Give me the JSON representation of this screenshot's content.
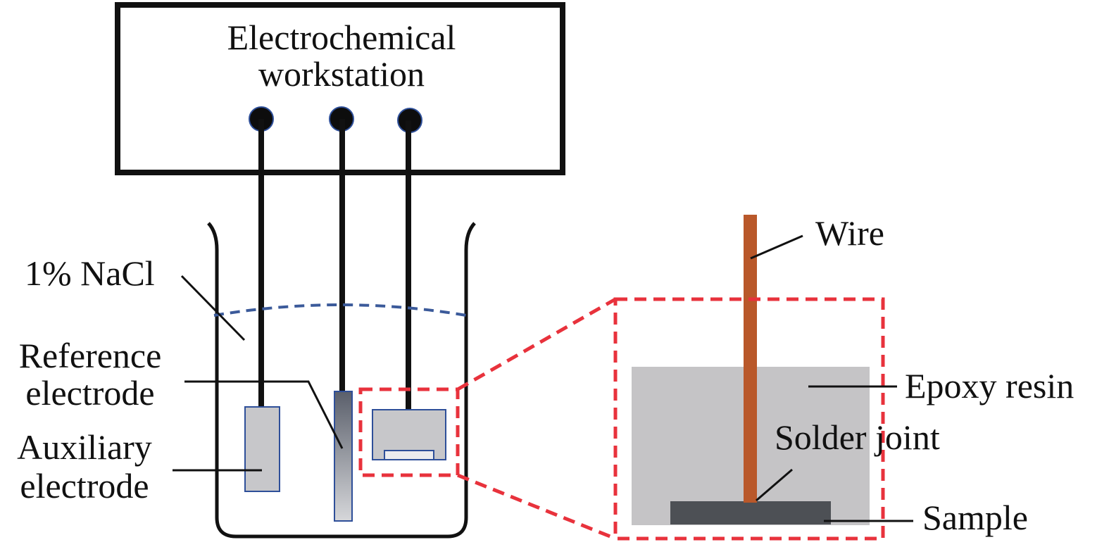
{
  "workstation": {
    "line1": "Electrochemical",
    "line2": "workstation"
  },
  "labels": {
    "electrolyte": "1% NaCl",
    "reference_line1": "Reference",
    "reference_line2": "electrode",
    "auxiliary_line1": "Auxiliary",
    "auxiliary_line2": "electrode",
    "wire": "Wire",
    "epoxy": "Epoxy resin",
    "solder": "Solder joint",
    "sample": "Sample"
  },
  "colors": {
    "outline": "#111111",
    "terminal": "#0d0d0d",
    "electrolyte_line": "#3b5a9a",
    "electrode_fill": "#c7c7ca",
    "electrode_stroke": "#2e4f99",
    "zoom_box": "#e8323c",
    "wire": "#b9582a",
    "epoxy": "#c5c4c6",
    "sample": "#4d5055"
  }
}
